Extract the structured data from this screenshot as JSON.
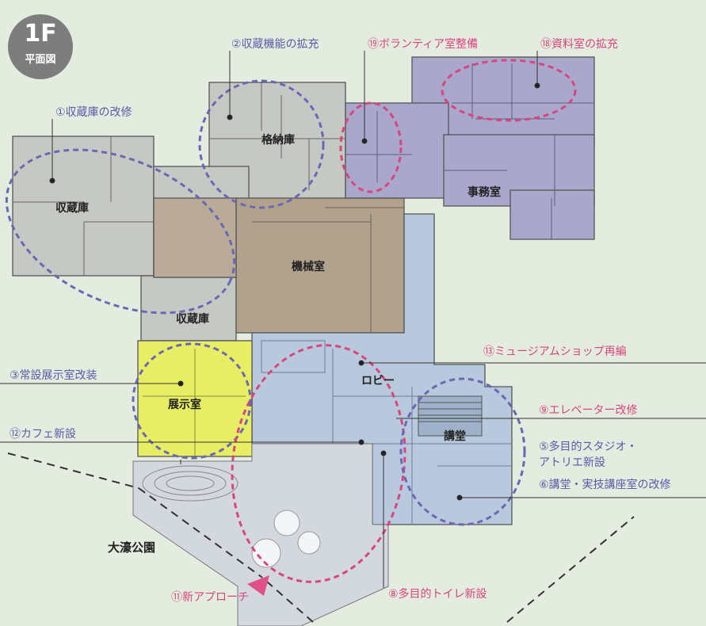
{
  "floor_badge": {
    "floor": "1F",
    "plan_label": "平面図"
  },
  "rooms": {
    "storage_main": "収蔵庫",
    "storage_lower": "収蔵庫",
    "stacks": "格納庫",
    "machine": "機械室",
    "office": "事務室",
    "exhibit": "展示室",
    "lobby": "ロビー",
    "auditorium": "講堂"
  },
  "park_name": "大濠公園",
  "callouts": {
    "c1": "①収蔵庫の改修",
    "c2": "②収蔵機能の拡充",
    "c19": "⑲ボランティア室整備",
    "c18": "⑱資料室の拡充",
    "c3": "③常設展示室改装",
    "c12": "⑫カフェ新設",
    "c13": "⑬ミュージアムショップ再編",
    "c9": "⑨エレベーター改修",
    "c5": "⑤多目的スタジオ・\nアトリエ新設",
    "c6": "⑥講堂・実技講座室の改修",
    "c11": "⑪新アプローチ",
    "c8": "⑧多目的トイレ新設"
  },
  "colors": {
    "background": "#e4ebdf",
    "storage_gray": "#c6c8c4",
    "machine_brown": "#b1a28e",
    "office_purple": "#a9a7cb",
    "exhibit_yellow": "#e7ee63",
    "public_blue": "#b8c9dd",
    "callout_blue": "#5c5aa8",
    "callout_pink": "#d8467e"
  }
}
